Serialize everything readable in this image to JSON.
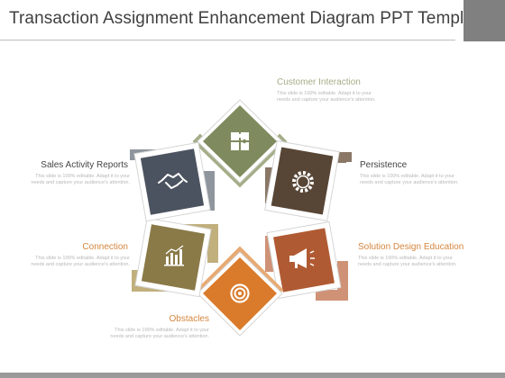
{
  "header": {
    "title": "Transaction Assignment Enhancement Diagram PPT Templates"
  },
  "colors": {
    "olive": "#7f8b5e",
    "olive_light": "#a4ad87",
    "brown": "#574535",
    "brown_light": "#8a7766",
    "rust": "#b05a33",
    "rust_light": "#cf9277",
    "orange": "#d97b2b",
    "orange_light": "#e8aa72",
    "khaki": "#8a7a48",
    "khaki_light": "#c1af7c",
    "slate": "#4c5360",
    "slate_light": "#8f959d",
    "label_green": "#a4ad87",
    "label_orange": "#d5863e",
    "label_dark": "#444444"
  },
  "items": [
    {
      "label": "Customer Interaction",
      "desc": "This slide is 100% editable. Adapt it to your needs and capture your audience's attention.",
      "icon": "puzzle-icon"
    },
    {
      "label": "Persistence",
      "desc": "This slide is 100% editable. Adapt it to your needs and capture your audience's attention.",
      "icon": "gear-icon"
    },
    {
      "label": "Solution Design Education",
      "desc": "This slide is 100% editable. Adapt it to your needs and capture your audience's attention.",
      "icon": "megaphone-icon"
    },
    {
      "label": "Obstacles",
      "desc": "This slide is 100% editable. Adapt it to your needs and capture your audience's attention.",
      "icon": "target-icon"
    },
    {
      "label": "Connection",
      "desc": "This slide is 100% editable. Adapt it to your needs and capture your audience's attention.",
      "icon": "bar-chart-icon"
    },
    {
      "label": "Sales Activity Reports",
      "desc": "This slide is 100% editable. Adapt it to your needs and capture your audience's attention.",
      "icon": "handshake-icon"
    }
  ]
}
